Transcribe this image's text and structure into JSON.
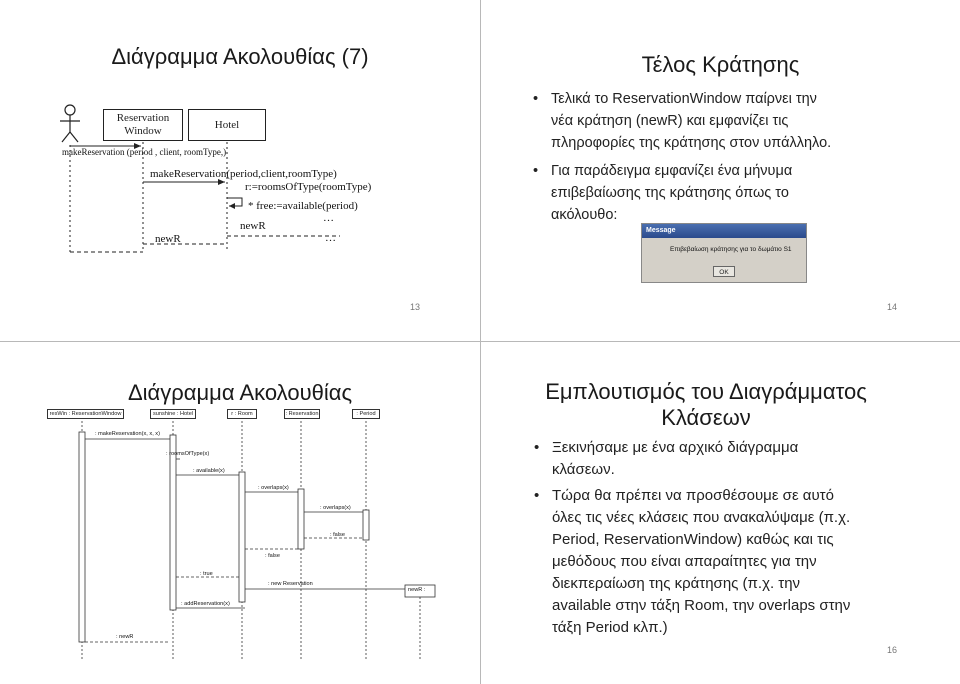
{
  "slides": {
    "s13": {
      "title": "Διάγραμμα Ακολουθίας (7)",
      "page_number": "13",
      "diagram": {
        "box_window": "Reservation Window",
        "box_hotel": "Hotel",
        "msg_make_reservation_actor": "makeReservation (period , client, roomType,)",
        "msg_make_reservation": "makeReservation(period,client,roomType)",
        "msg_rooms_of_type": "r:=roomsOfType(roomType)",
        "msg_available": "* free:=available(period)",
        "ellipsis": "…",
        "return_new_hotel": "newR",
        "return_new_window": "newR",
        "ellipsis_2": "…"
      }
    },
    "s14": {
      "title": "Τέλος Κράτησης",
      "page_number": "14",
      "bullets": [
        "Τελικά το ReservationWindow παίρνει την νέα κράτηση (newR) και εμφανίζει τις πληροφορίες της κράτησης στον υπάλληλο.",
        "Για παράδειγμα εμφανίζει ένα μήνυμα επιβεβαίωσης της κράτησης όπως το ακόλουθο:"
      ],
      "message_box": {
        "title": "Message",
        "text": "Επιβεβαίωση κράτησης για το δωμάτιο S1",
        "ok": "OK"
      }
    },
    "s15": {
      "title": "Διάγραμμα Ακολουθίας",
      "diagram": {
        "obj_window": "resWin : ReservationWindow",
        "obj_hotel": "sunshine : Hotel",
        "obj_room": "r : Room",
        "obj_reservation": ": Reservation",
        "obj_period": ": Period",
        "obj_newr": "newR :",
        "msg_make": ": makeReservation(x, x, x)",
        "msg_rooms": ": roomsOfType(x)",
        "msg_available": ": available(x)",
        "msg_overlaps1": ": overlaps(x)",
        "msg_overlaps2": ": overlaps(x)",
        "msg_false1": ": false",
        "msg_false2": ": false",
        "msg_true": ": true",
        "msg_new_res": ": new Reservation",
        "msg_add_res": ": addReservation(x)",
        "msg_return": ": newR"
      }
    },
    "s16": {
      "title": "Εμπλουτισμός του Διαγράμματος Κλάσεων",
      "page_number": "16",
      "bullets": [
        "Ξεκινήσαμε με ένα αρχικό διάγραμμα κλάσεων.",
        "Τώρα θα πρέπει να προσθέσουμε σε αυτό όλες τις νέες κλάσεις που ανακαλύψαμε (π.χ. Period, ReservationWindow) καθώς και τις μεθόδους που είναι απαραίτητες για την διεκπεραίωση της κράτησης (π.χ. την available στην τάξη Room, την overlaps στην τάξη Period κλπ.)"
      ]
    }
  }
}
